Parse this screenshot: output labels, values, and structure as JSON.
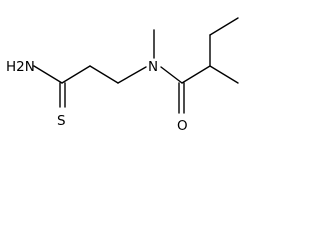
{
  "structure": {
    "atom_labels": {
      "amine": "H2N",
      "thione_sulfur": "S",
      "amide_nitrogen": "N",
      "carbonyl_oxygen": "O"
    },
    "colors": {
      "ink": "#000000",
      "background": "#ffffff"
    }
  }
}
